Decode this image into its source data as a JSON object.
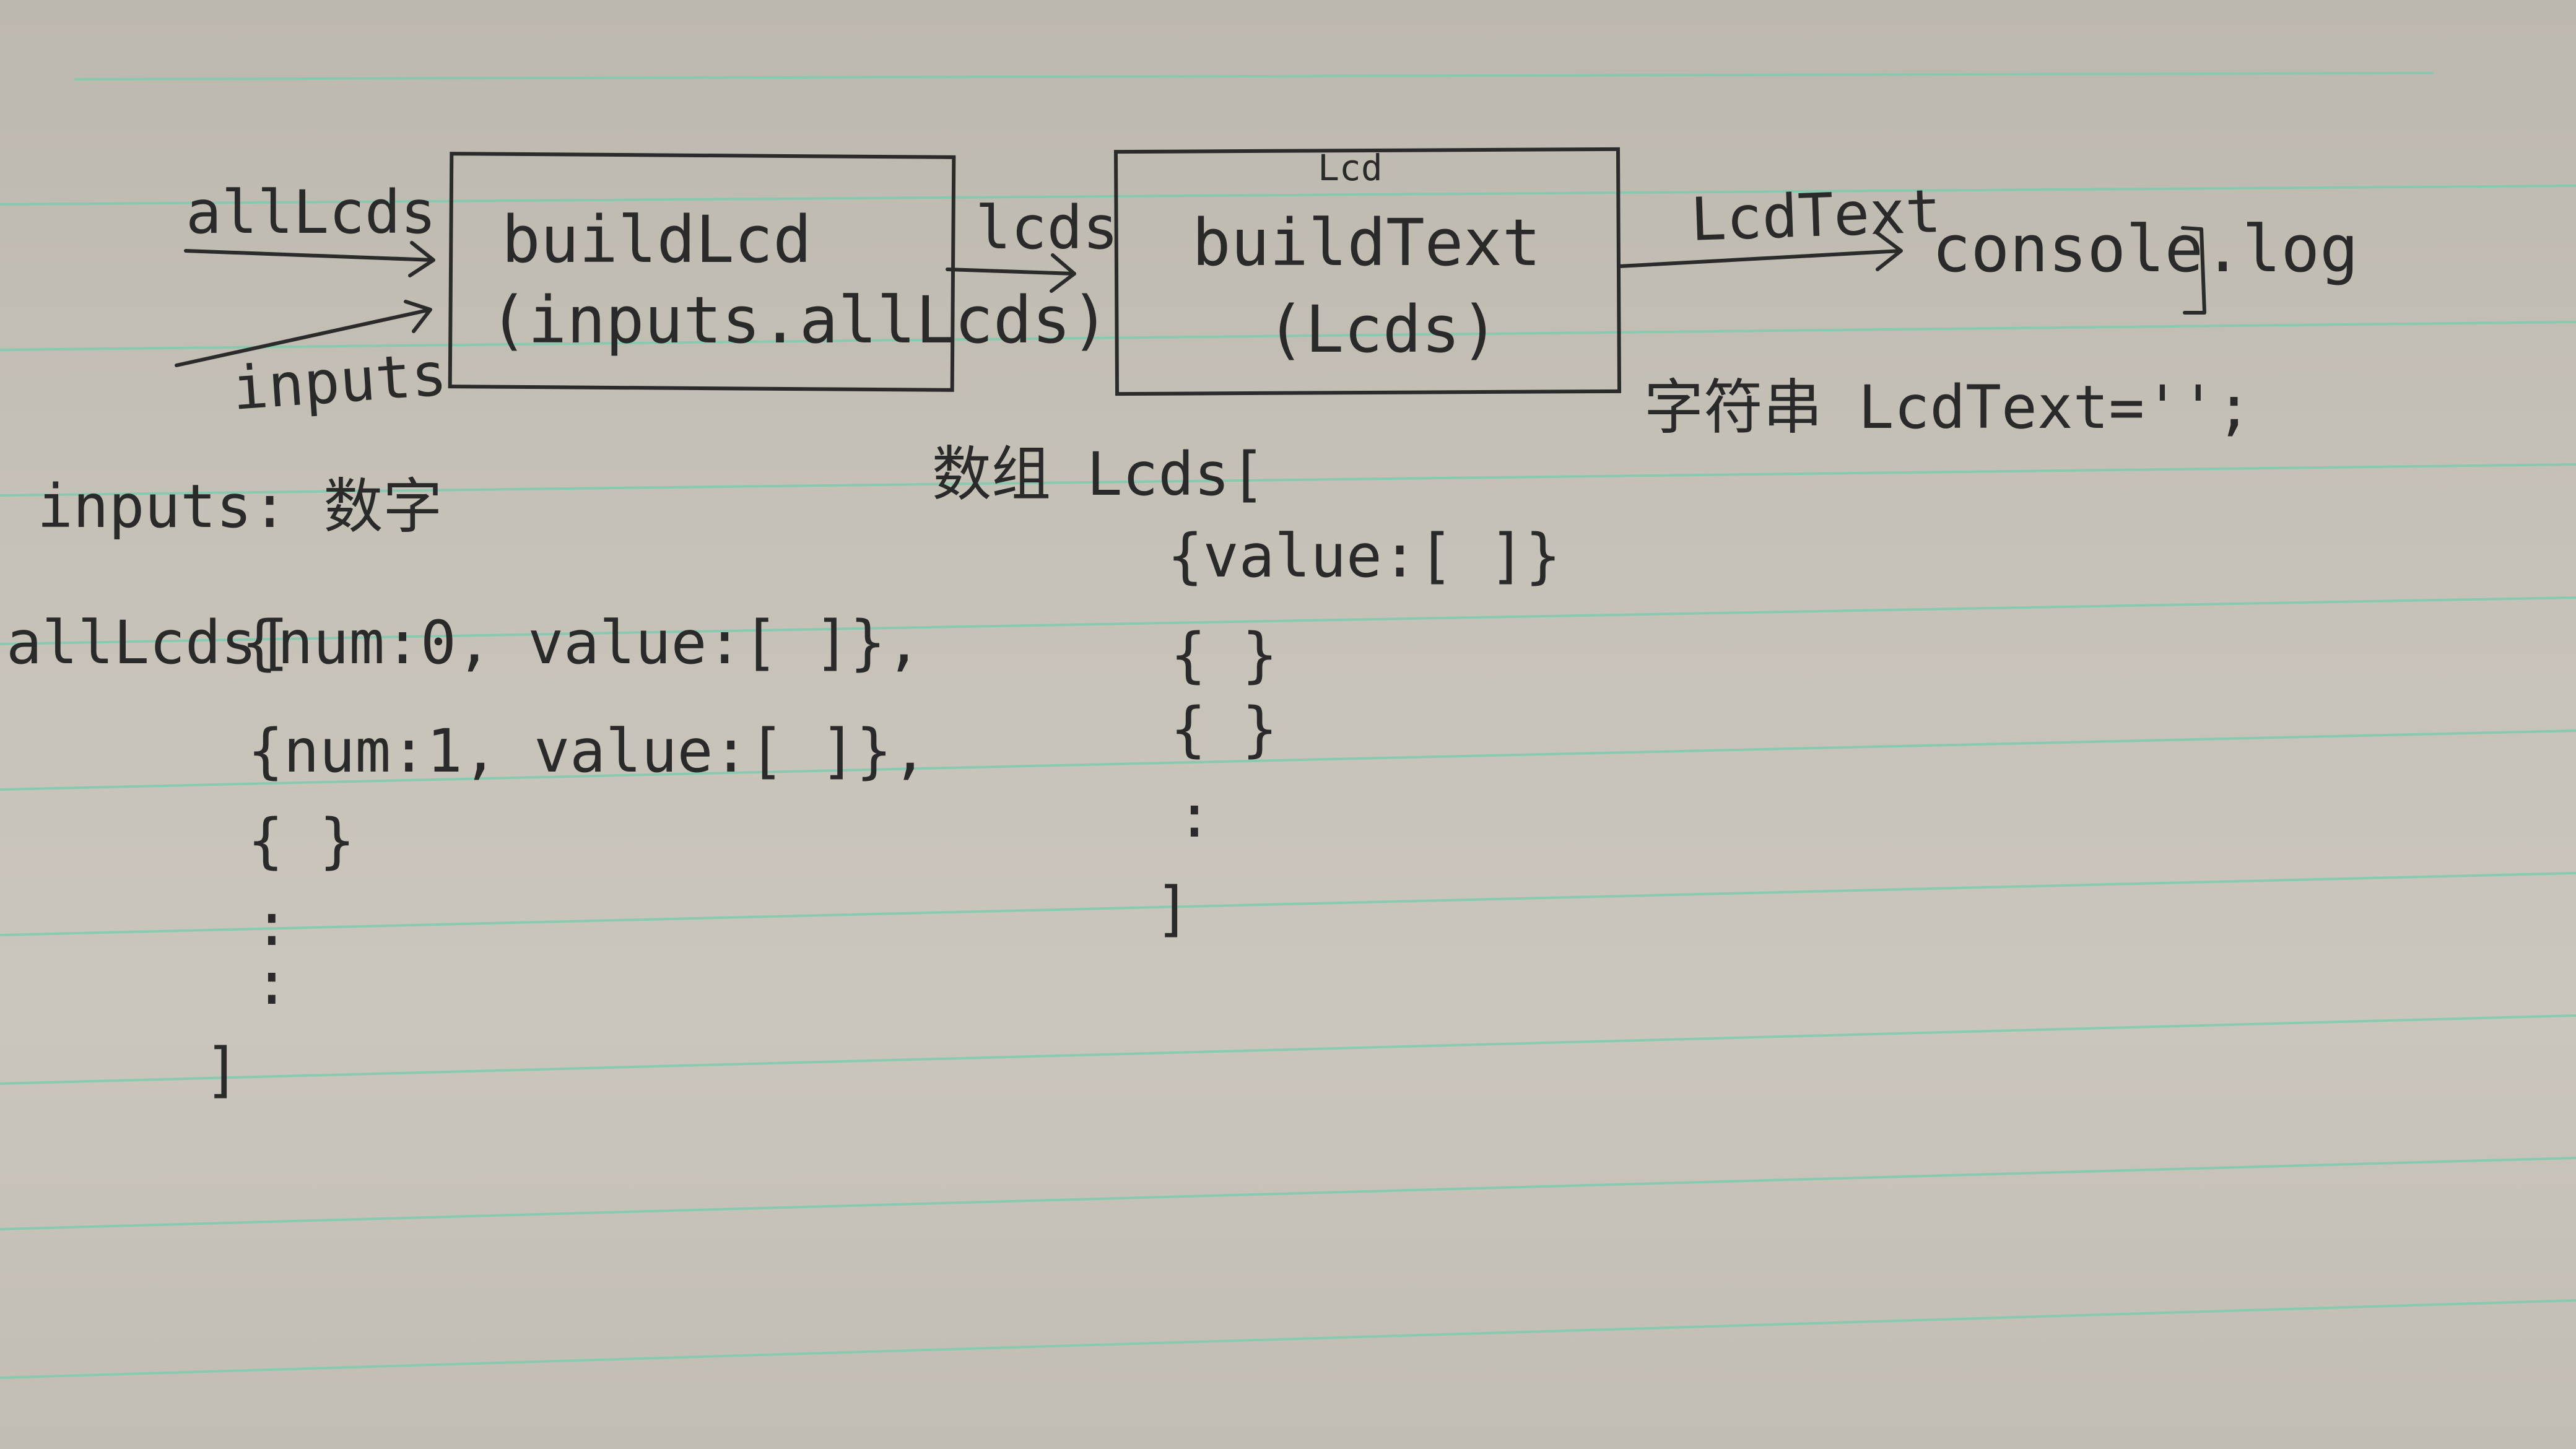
{
  "title": "",
  "note_inputs": "inputs: 数字",
  "blocks": {
    "build_lcd": {
      "line1": "buildLcd",
      "line2": "(inputs.allLcds)"
    },
    "build_text": {
      "label_above": "Lcd",
      "line1": "buildText",
      "line2": "(Lcds)"
    }
  },
  "arrow_labels": {
    "all_lcds": "allLcds",
    "inputs": "inputs",
    "lcds": "lcds",
    "lcd_text": "LcdText"
  },
  "output": "console.log",
  "init_note": "字符串 LcdText='';",
  "all_lcds_listing": {
    "head": "allLcds[",
    "row1": "{num:0, value:[          ]},",
    "row2": "{num:1, value:[          ]},",
    "row3": "{                          }",
    "dots": ":",
    "close": "]"
  },
  "lcds_listing": {
    "head": "数组 Lcds[",
    "row1": "{value:[        ]}",
    "row2": "{               }",
    "row3": "{               }",
    "dots": ":",
    "close": "]"
  },
  "colors": {
    "ink": "#2b2b2b",
    "rule_line": "#7fcbb0",
    "paper": "#c6c1b7"
  }
}
